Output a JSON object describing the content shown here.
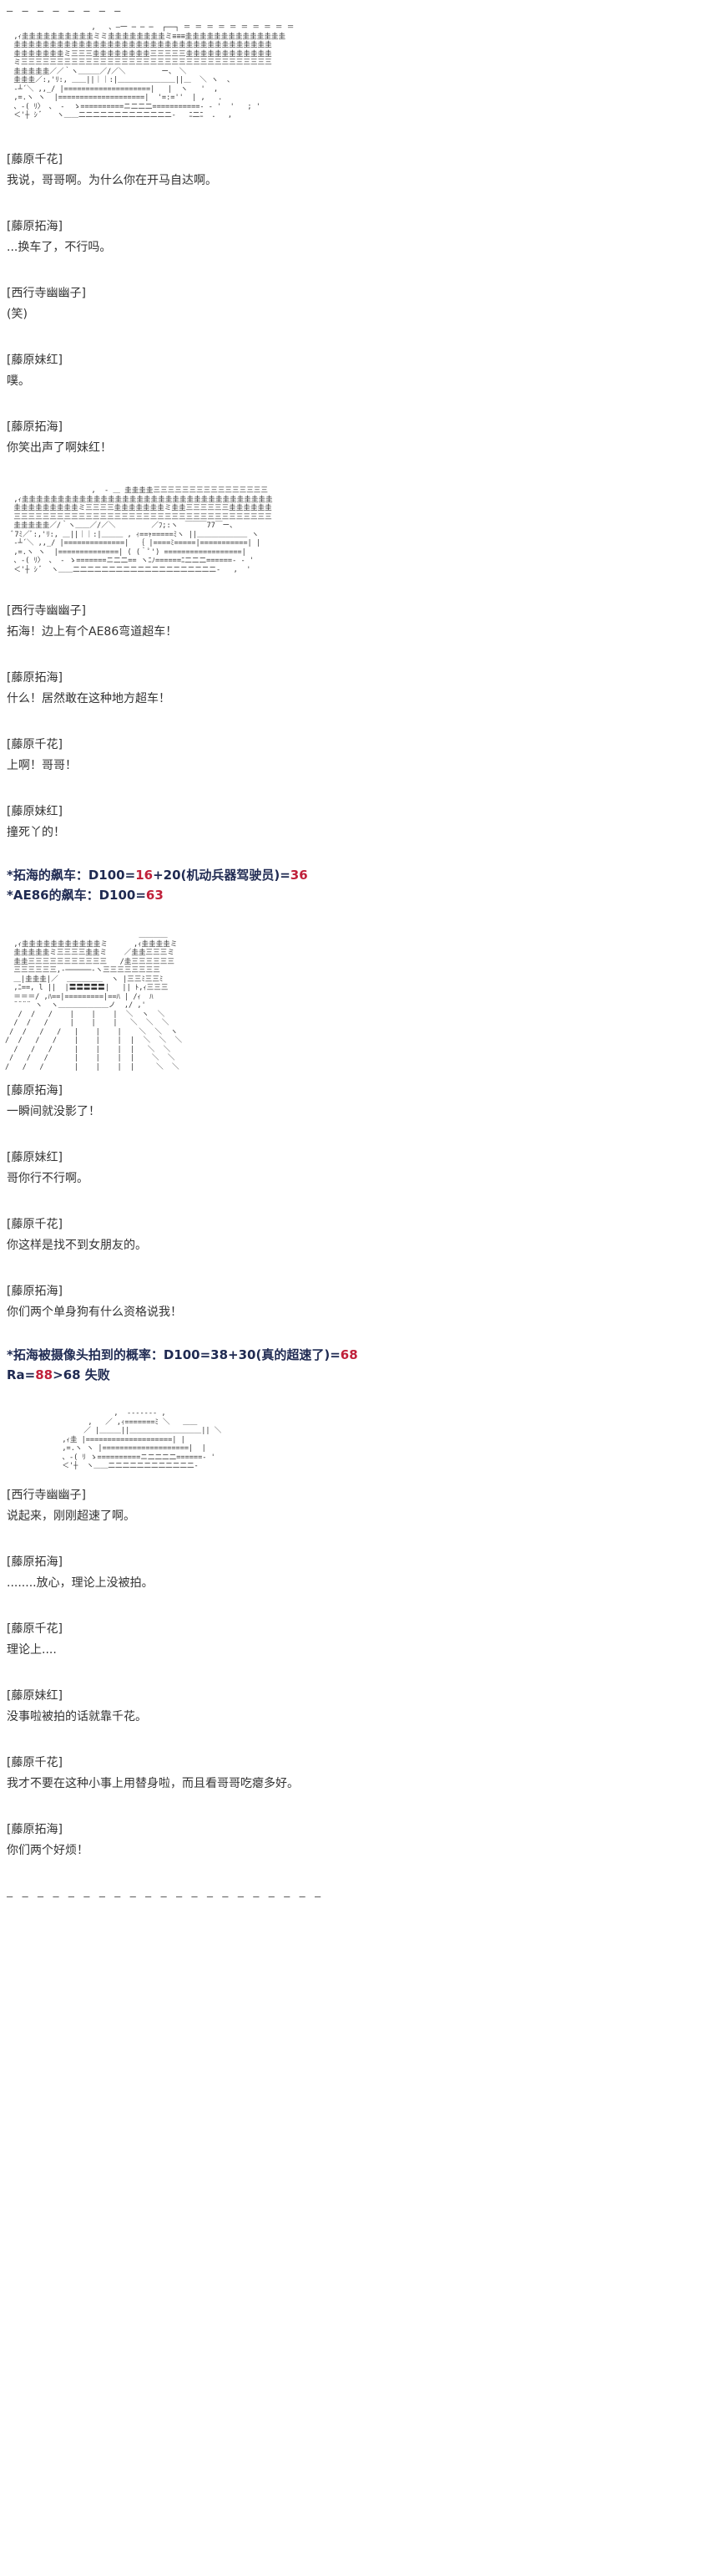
{
  "divider_top": "— — — — — — — —",
  "divider_bottom": "— — — — — — — — — — — — — — — — — — — — —",
  "art": {
    "scene1": "                    ,   、―一 ─ ─ ─  ┌──┐ ＝ ＝ ＝ ＝ ＝ ＝ ＝ ＝ ＝ ＝\n  ,ｨ圭圭圭圭圭圭圭圭圭圭ミミ圭圭圭圭圭圭圭圭ミ≡≡≡圭圭圭圭圭圭圭圭圭圭圭圭圭圭\n  圭圭圭圭圭圭圭圭圭圭圭圭圭圭圭圭圭圭圭圭圭圭圭圭圭圭圭圭圭圭圭圭圭圭圭圭\n  圭圭圭圭圭圭圭ミ三三三圭圭圭圭圭圭圭圭三三三三三圭圭圭圭圭圭圭圭圭圭圭圭\n  ミ三三三三三三三三三三三三三三三三三三三三三三三三三三三三三三三三三三三\n  圭圭圭圭圭／／｀ヽ＿＿＿／/／＼　　　　　ー、　＼\n  圭圭圭／:,'ﾘ:, ＿＿||｜｜:|＿＿＿＿＿＿＿＿||＿  ＼ ヽ  、\n  ‐┴´＼ ,,_/ |====================|   |  ヽ   '  ,\n  ,=.ヽ ヽ  |====================|  '=:=''  | ,   .\n  、‐( ﾘ〉 、 ‐  ゝ==========ニ二二二===========‐ ‐ '  '   ; '\n  ＜'┼ ｼ ﾞ　　ヽ＿＿二二二二二二二二二二二二二‐   ﾆ二ﾆ  ．  ,",
    "scene2": "                    ,  ‐ ＿ 圭圭圭圭三三三三三三三三三三三三三三三三\n  ,ｨ圭圭圭圭圭圭圭圭圭圭圭圭圭圭圭圭圭圭圭圭圭圭圭圭圭圭圭圭圭圭圭圭圭圭圭\n  圭圭圭圭圭圭圭圭圭ミ三三三三圭圭圭圭圭圭圭ミ圭圭三三三三三三圭圭圭圭圭圭\n  三三三三三三三三三三三三三三三三三三三三三三三三三三三三三三三三三三三三\n  圭圭圭圭圭／/｀ヽ＿＿／/／＼　　　　　／ﾌ;:ヽ　￣￣￣77￣ー、\n  ﾞ7ﾐ／ﾞ:,'ﾘ:, ＿||｜｜:|＿＿＿ , ｨ==ｬ=====ﾐヽ ||＿＿＿＿＿＿＿ ヽ\n  ‐┴´＼ ,,_/ |==============|  ｛ |====ﾐ=====|===========| |\n  ,=.ヽ ヽ  |==============| ( (｀ﾟ') ==================|\n  、‐( ﾘ〉 、 ‐ ゝ=======ニ二二== ヽﾆﾉ======ﾆ二二二======‐ ‐ '\n  ＜'┼ ｼ ﾞ  ヽ＿＿二二二二二二二二二二二二二二二二二二二二‐   ,  '",
    "scene3": "                               ＿＿＿＿\n  ,ｨ圭圭圭圭圭圭圭圭圭圭圭ミ      ,ｨ圭圭圭圭ミ\n  圭圭圭圭圭ミ三三三三圭圭ミ    ／圭圭三三三ミ\n  圭圭三三三三三三三三三三三   /圭三三三三三三\n  三三三三三三,‐──────‐ヽ三三三三三三三三\n  ＿|圭圭圭|／  ＿＿＿＿＿  ヽ |三三ﾐ三三ﾐ\n  ,ﾆ==, l ||  |〓〓〓〓〓|   || ﾄ,ｨ三三三\n  ＝＝＝/ ,ﾊ==|=========|==ﾊ | /ｨ  ﾊ\n  ¨¨¨¨ ヽ  ヽ＿＿＿＿＿＿＿ノ  ,/ ,'\n   /  /   /    |    |    |  ＼  ヽ  ＼\n  /  /   /     |    |    |   ＼  ＼  ＼\n /  /   /   /   |    |    |    ＼  ＼  ヽ\n/  /   /   /    |    |    |  |  ＼  ＼  ＼\n  /   /   /     |    |    |  |   ＼  ＼\n /   /   /      |    |    |  |    ＼  ＼\n/   /   /       |    |    |  |     ＼  ＼",
    "scene4": "              ,  ‐‐‐‐‐‐‐ ,\n        ,   ／ ,ｨ=======ﾐ ＼   ＿＿\n       ／ |＿＿＿||＿＿＿＿＿＿＿＿＿＿|| ＼\n  ,ｨ圭 |====================| |\n  ,=.ヽ ヽ |====================|  |\n  、‐( ﾘ ゝ==========ニ二二二二======‐ '\n  ＜'┼  ヽ＿＿二二二二二二二二二二二二‐"
  },
  "lines": {
    "s1": "[藤原千花]",
    "s1t": "我说，哥哥啊。为什么你在开马自达啊。",
    "s2": "[藤原拓海]",
    "s2t": "...换车了，不行吗。",
    "s3": "[西行寺幽幽子]",
    "s3t": "(笑)",
    "s4": "[藤原妹红]",
    "s4t": "噗。",
    "s5": "[藤原拓海]",
    "s5t": "你笑出声了啊妹红！",
    "s6": "[西行寺幽幽子]",
    "s6t": "拓海！边上有个AE86弯道超车！",
    "s7": "[藤原拓海]",
    "s7t": "什么！居然敢在这种地方超车！",
    "s8": "[藤原千花]",
    "s8t": "上啊！哥哥！",
    "s9": "[藤原妹红]",
    "s9t": "撞死丫的！",
    "s10": "[藤原拓海]",
    "s10t": "一瞬间就没影了！",
    "s11": "[藤原妹红]",
    "s11t": "哥你行不行啊。",
    "s12": "[藤原千花]",
    "s12t": "你这样是找不到女朋友的。",
    "s13": "[藤原拓海]",
    "s13t": "你们两个单身狗有什么资格说我！",
    "s14": "[西行寺幽幽子]",
    "s14t": "说起来，刚刚超速了啊。",
    "s15": "[藤原拓海]",
    "s15t": "........放心，理论上没被拍。",
    "s16": "[藤原千花]",
    "s16t": "理论上....",
    "s17": "[藤原妹红]",
    "s17t": "没事啦被拍的话就靠千花。",
    "s18": "[藤原千花]",
    "s18t": "我才不要在这种小事上用替身啦，而且看哥哥吃瘪多好。",
    "s19": "[藤原拓海]",
    "s19t": "你们两个好烦！"
  },
  "rolls": {
    "r1_label": "*拓海的飙车：D100=",
    "r1_a": "16",
    "r1_mid": "+20(机动兵器驾驶员)=",
    "r1_total": "36",
    "r2_label": "*AE86的飙车：D100=",
    "r2_total": "63",
    "r3_label": "*拓海被摄像头拍到的概率：D100=38+30(真的超速了)=",
    "r3_total": "68",
    "r4_label": "Ra=",
    "r4_val": "88",
    "r4_rest": ">68 失败"
  },
  "colors": {
    "text": "#333333",
    "roll": "#1f2a52",
    "highlight": "#c0203a"
  }
}
